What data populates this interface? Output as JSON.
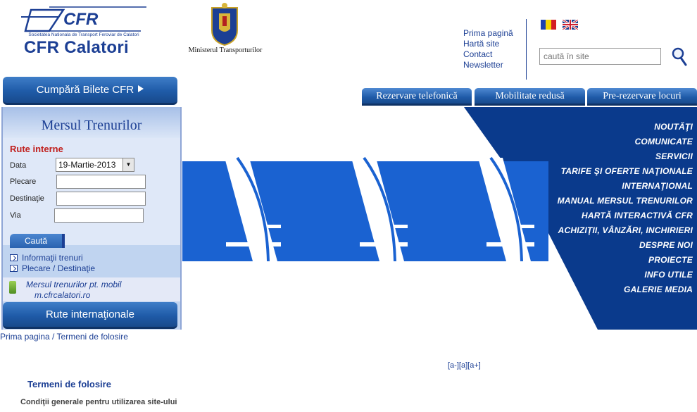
{
  "header": {
    "logo": {
      "mark": "CFR",
      "tagline": "Societatea Nationala de Transport Feroviar de Calatori",
      "name": "CFR Calatori"
    },
    "ministry": {
      "name": "Ministerul Transporturilor"
    },
    "top_links": [
      "Prima pagină",
      "Hartă site",
      "Contact",
      "Newsletter"
    ],
    "languages": [
      "ro-flag-icon",
      "en-flag-icon"
    ],
    "search": {
      "placeholder": "caută în site",
      "icon": "magnifier-icon"
    }
  },
  "sidebar": {
    "buy_tickets_label": "Cumpără Bilete CFR",
    "timetable_title": "Mersul Trenurilor",
    "route_heading": "Rute interne",
    "fields": {
      "date_label": "Data",
      "date_value": "19-Martie-2013",
      "departure_label": "Plecare",
      "destination_label": "Destinaţie",
      "via_label": "Via"
    },
    "search_label": "Caută",
    "links": [
      "Informaţii trenuri",
      "Plecare / Destinaţie"
    ],
    "mobile": {
      "line1": "Mersul trenurilor pt. mobil",
      "line2": "m.cfrcalatori.ro"
    },
    "intl_routes_label": "Rute internaţionale"
  },
  "tabs": [
    "Rezervare telefonică",
    "Mobilitate redusă",
    "Pre-rezervare locuri"
  ],
  "nav_menu": [
    "NOUTĂŢI",
    "COMUNICATE",
    "SERVICII",
    "TARIFE ŞI OFERTE NAŢIONALE",
    "INTERNAŢIONAL",
    "MANUAL MERSUL TRENURILOR",
    "HARTĂ INTERACTIVĂ CFR",
    "ACHIZIŢII, VÂNZĂRI, INCHIRIERI",
    "DESPRE NOI",
    "PROIECTE",
    "INFO UTILE",
    "GALERIE MEDIA"
  ],
  "breadcrumb": {
    "home": "Prima pagina",
    "separator": " / ",
    "current": "Termeni de folosire"
  },
  "font_size_controls": [
    "[a-]",
    "[a]",
    "[a+]"
  ],
  "content": {
    "title": "Termeni de folosire",
    "subtitle": "Condiţii generale pentru utilizarea site-ului"
  },
  "colors": {
    "brand_blue": "#1c3f94",
    "accent_blue": "#1a5fd0",
    "route_red": "#c0201e"
  }
}
